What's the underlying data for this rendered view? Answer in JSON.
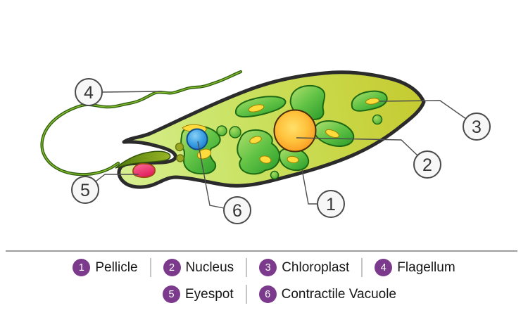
{
  "callouts": [
    {
      "number": "1"
    },
    {
      "number": "2"
    },
    {
      "number": "3"
    },
    {
      "number": "4"
    },
    {
      "number": "5"
    },
    {
      "number": "6"
    }
  ],
  "legend": {
    "row1": [
      {
        "num": "1",
        "label": "Pellicle"
      },
      {
        "num": "2",
        "label": "Nucleus"
      },
      {
        "num": "3",
        "label": "Chloroplast"
      },
      {
        "num": "4",
        "label": "Flagellum"
      }
    ],
    "row2": [
      {
        "num": "5",
        "label": "Eyespot"
      },
      {
        "num": "6",
        "label": "Contractile Vacuole"
      }
    ]
  },
  "colors": {
    "legend_badge_purple": "#7c3a8d",
    "legend_text": "#161616",
    "divider_gray": "#9e9e9e",
    "cell_light_green": "#d3ec85",
    "cell_olive_yellow": "#c6cc32",
    "cell_outline": "#2b2b2b",
    "chloroplast_green": "#2e9e2c",
    "paramylon_yellow": "#ffdc3c",
    "nucleus_orange": "#f79420",
    "vacuole_blue": "#1773c8",
    "eyespot_pink": "#e8316b",
    "flagellum_green": "#2c5e0c",
    "reservoir_olive": "#8fae22",
    "callout_fill": "#f7f7f7",
    "leader_line": "#4d4d4d"
  }
}
